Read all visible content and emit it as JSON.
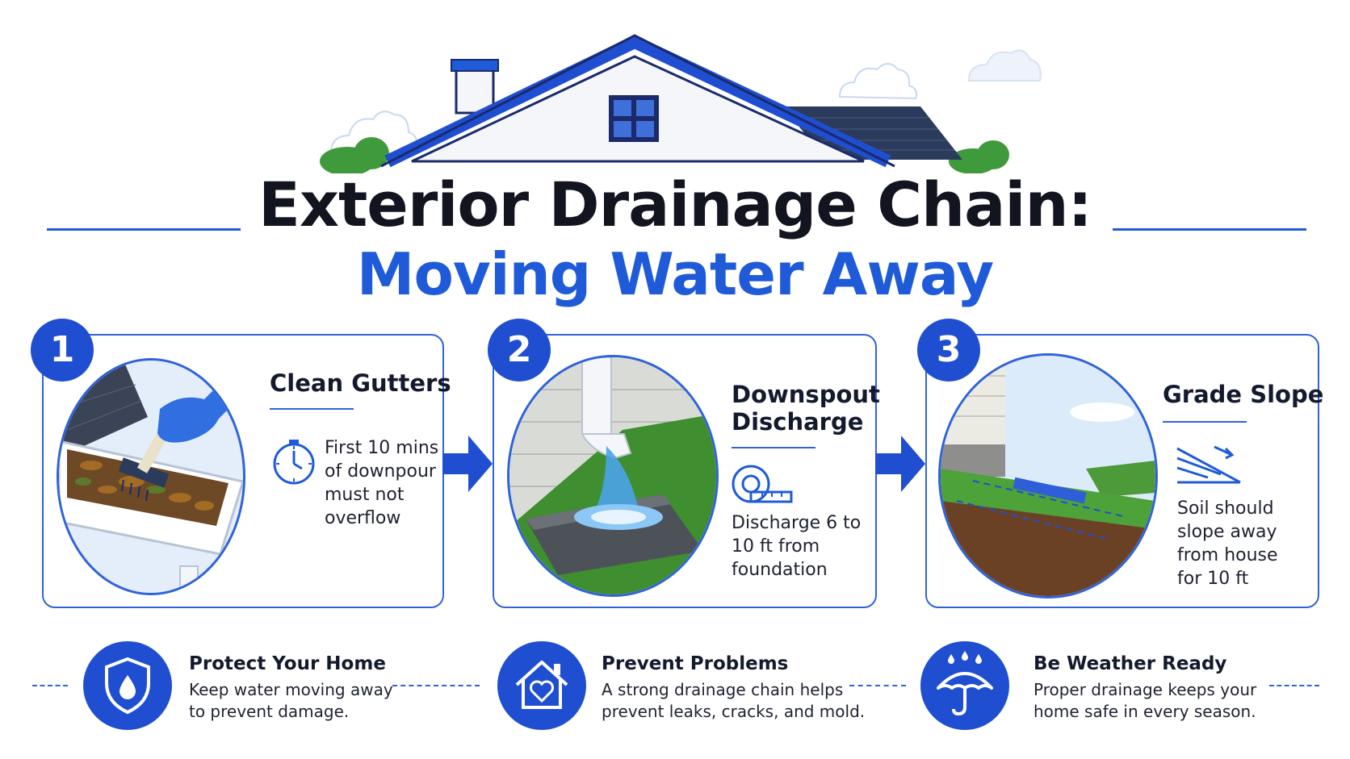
{
  "header": {
    "title_line1": "Exterior Drainage Chain:",
    "title_line2": "Moving Water Away"
  },
  "steps": [
    {
      "number": "1",
      "title": "Clean Gutters",
      "icon": "stopwatch-icon",
      "text_lines": [
        "First 10 mins",
        "of downpour",
        "must not",
        "overflow"
      ]
    },
    {
      "number": "2",
      "title_lines": [
        "Downspout",
        "Discharge"
      ],
      "icon": "tape-measure-icon",
      "text_lines": [
        "Discharge 6 to",
        "10 ft from",
        "foundation"
      ]
    },
    {
      "number": "3",
      "title": "Grade Slope",
      "icon": "slope-icon",
      "text_lines": [
        "Soil should",
        "slope away",
        "from house",
        "for 10 ft"
      ]
    }
  ],
  "benefits": [
    {
      "icon": "shield-water-drop-icon",
      "title": "Protect Your Home",
      "text_lines": [
        "Keep water moving away",
        "to prevent damage."
      ]
    },
    {
      "icon": "house-heart-icon",
      "title": "Prevent Problems",
      "text_lines": [
        "A strong drainage chain helps",
        "prevent leaks, cracks, and mold."
      ]
    },
    {
      "icon": "umbrella-rain-icon",
      "title": "Be Weather Ready",
      "text_lines": [
        "Proper drainage keeps your",
        "home safe in every season."
      ]
    }
  ],
  "colors": {
    "accent": "#1f5bd8",
    "dark_text": "#121420",
    "badge": "#1f4fd0"
  }
}
